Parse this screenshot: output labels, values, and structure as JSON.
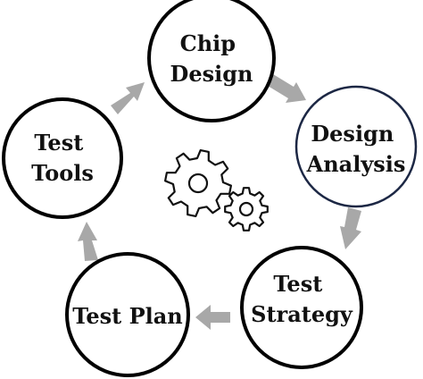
{
  "diagram": {
    "nodes": [
      {
        "id": "chip-design",
        "lines": [
          "Chip",
          "Design"
        ]
      },
      {
        "id": "design-analysis",
        "lines": [
          "Design",
          "Analysis"
        ]
      },
      {
        "id": "test-strategy",
        "lines": [
          "Test",
          "Strategy"
        ]
      },
      {
        "id": "test-plan",
        "lines": [
          "Test Plan"
        ]
      },
      {
        "id": "test-tools",
        "lines": [
          "Test",
          "Tools"
        ]
      }
    ],
    "cycle_direction": "clockwise",
    "center_icon": "gears-icon",
    "colors": {
      "circle_stroke": "#000000",
      "highlight_stroke": "#1c2744",
      "arrow_fill": "#a8a8a8",
      "text": "#111111"
    }
  }
}
